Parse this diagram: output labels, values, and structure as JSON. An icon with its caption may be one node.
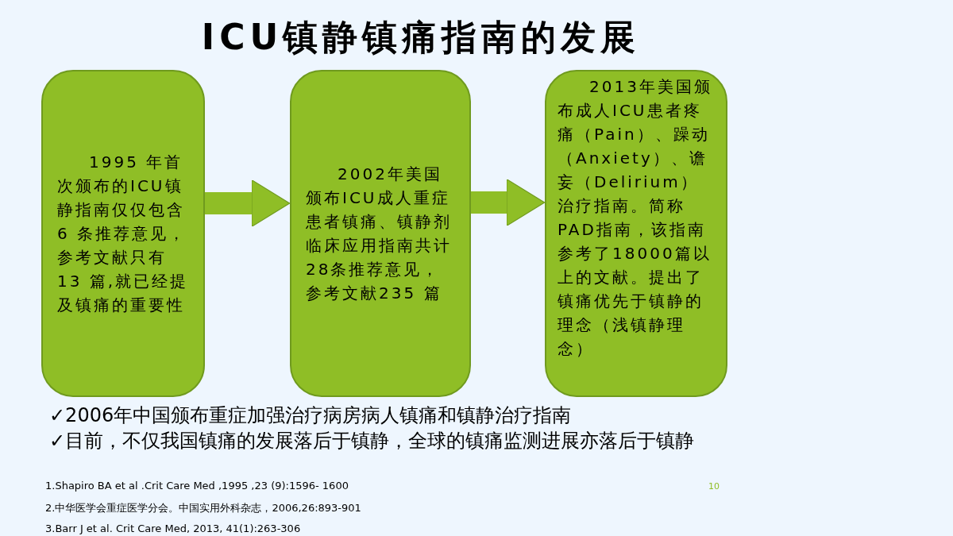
{
  "diagram": {
    "title": "ICU镇静镇痛指南的发展",
    "nodes": [
      {
        "text": [
          "1995 年首次颁布的ICU镇静指南仅仅包含6 条推荐意见，参考文献只有13 篇,就已经提及镇痛的重要性"
        ]
      },
      {
        "text": [
          "2002年美国颁布ICU成人重症患者镇痛、镇静剂临床应用指南共计28条推荐意见，参考文献235 篇"
        ]
      },
      {
        "text": [
          "2013年美国颁布成人ICU患者疼痛（Pain）、躁动（Anxiety）、谵妄（Delirium）治疗指南。简称PAD指南，该指南参考了18000篇以上的文献。提出了镇痛优先于镇静的理念（浅镇静理念）"
        ]
      }
    ],
    "edges": [
      {
        "from": 0,
        "to": 1,
        "arrow": "to"
      },
      {
        "from": 1,
        "to": 2,
        "arrow": "to"
      }
    ],
    "labels": [
      "✓2006年中国颁布重症加强治疗病房病人镇痛和镇静治疗指南",
      "✓目前，不仅我国镇痛的发展落后于镇静，全球的镇痛监测进展亦落后于镇静",
      "1.Shapiro BA et al .Crit Care Med ,1995 ,23 (9):1596- 1600",
      "10",
      "2.中华医学会重症医学分会。中国实用外科杂志，2006,26:893-901",
      "3.Barr J et al. Crit Care Med, 2013, 41(1):263-306"
    ]
  }
}
